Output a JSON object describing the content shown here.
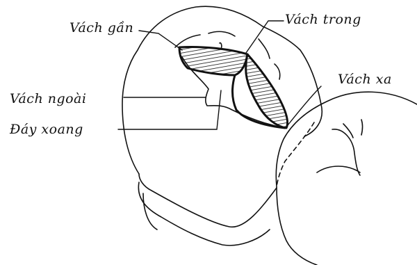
{
  "figure": {
    "labels": {
      "mesial_wall": "Vách gần",
      "inner_wall": "Vách trong",
      "distal_wall": "Vách xa",
      "outer_wall": "Vách ngoài",
      "cavity_floor": "Đáy xoang"
    },
    "colors": {
      "ink": "#111111",
      "background": "#ffffff"
    }
  }
}
